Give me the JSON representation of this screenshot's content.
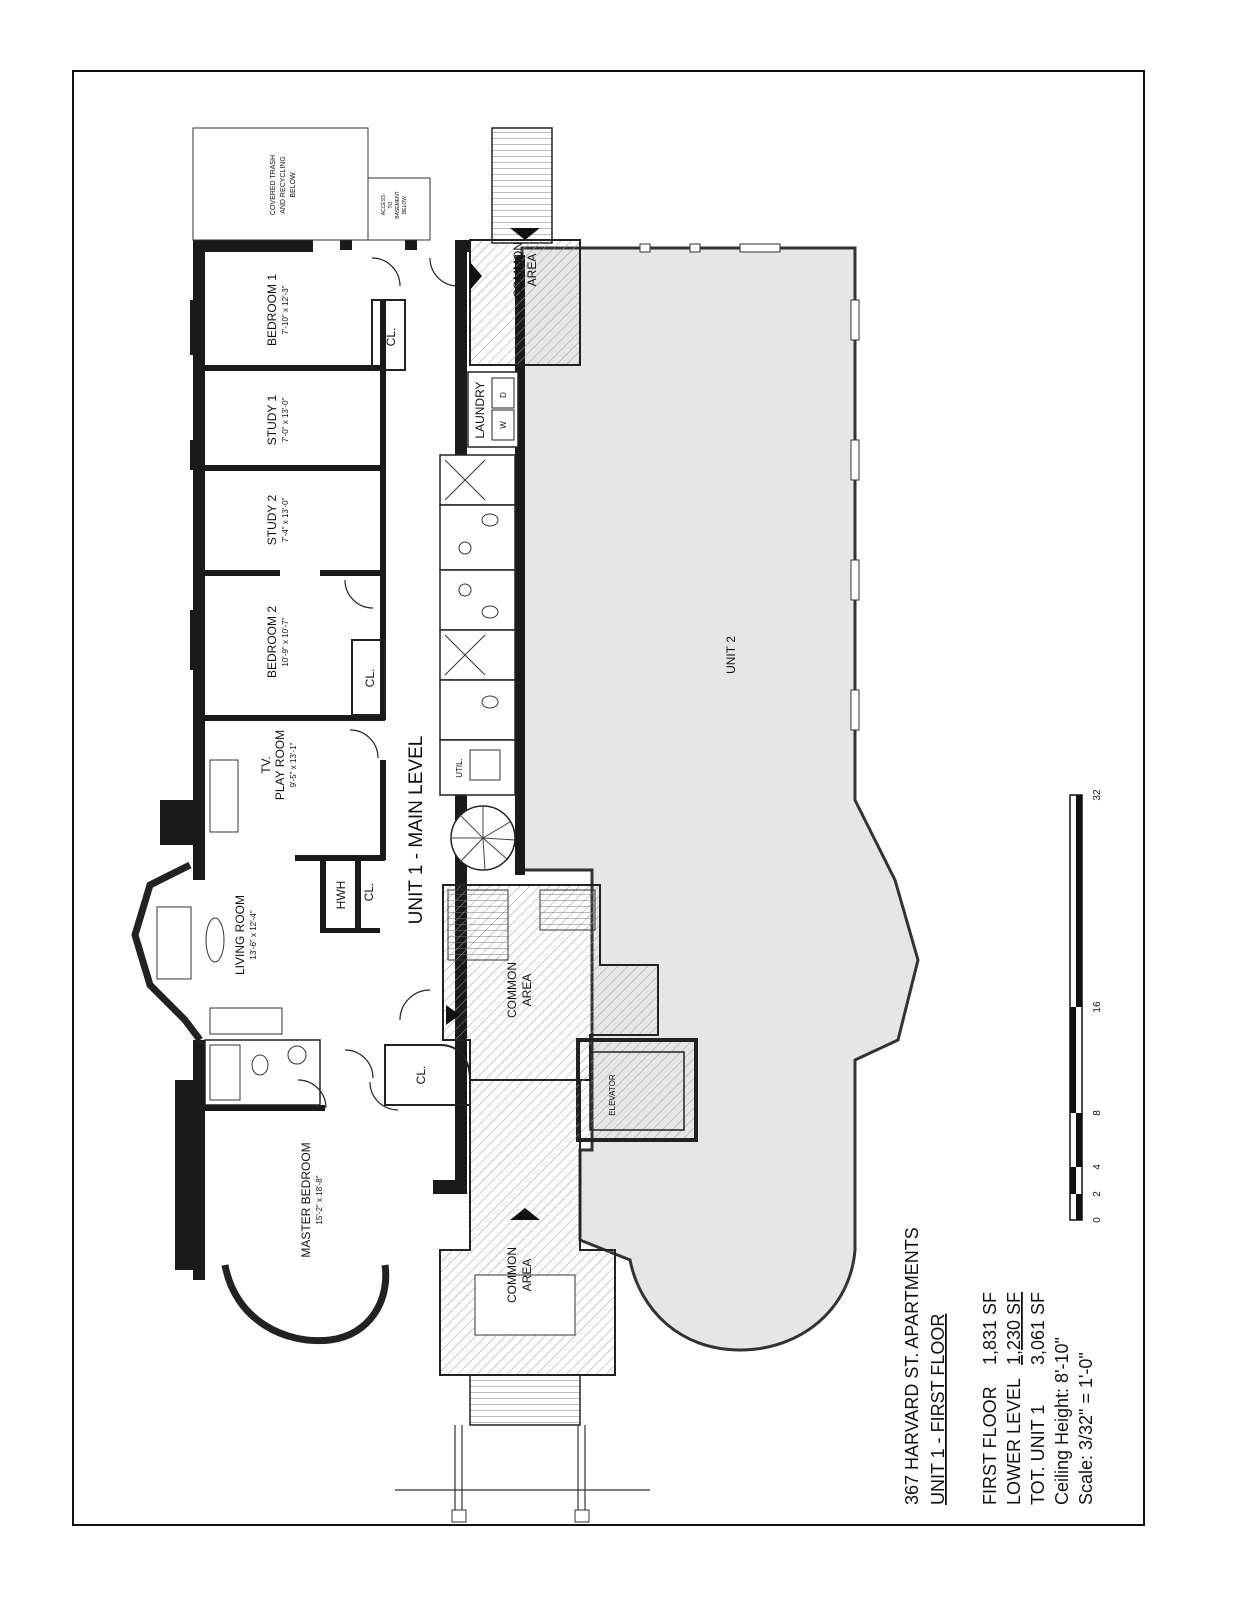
{
  "plan": {
    "unit_label": "UNIT 1 - MAIN LEVEL",
    "unit2_label": "UNIT 2",
    "rooms": {
      "bedroom1": {
        "name": "BEDROOM 1",
        "size": "7'-10\" x 12'-3\""
      },
      "study1": {
        "name": "STUDY 1",
        "size": "7'-0\" x 13'-0\""
      },
      "study2": {
        "name": "STUDY 2",
        "size": "7'-4\" x 13'-0\""
      },
      "bedroom2": {
        "name": "BEDROOM 2",
        "size": "10'-9\" x 10'-7\""
      },
      "tv_line1": "TV.",
      "tv_line2": "PLAY ROOM",
      "tv_size": "9'-5\" x 13'-1\"",
      "living": {
        "name": "LIVING ROOM",
        "size": "13'-6\" x 12'-4\""
      },
      "master": {
        "name": "MASTER BEDROOM",
        "size": "15'-2\" x 18'-8\""
      }
    },
    "closet": "CL.",
    "hwh": "HWH",
    "util": "UTIL.",
    "laundry": "LAUNDRY",
    "washer": "W",
    "dryer": "D",
    "elevator": "ELEVATOR",
    "common_line1": "COMMON",
    "common_line2": "AREA",
    "trash_lines": [
      "COVERED TRASH",
      "AND RECYCLING",
      "BELOW"
    ],
    "access_lines": [
      "ACCESS",
      "TO",
      "BASEMENT",
      "BELOW"
    ]
  },
  "scale_bar": {
    "ticks": [
      "0",
      "2",
      "4",
      "8",
      "16",
      "32"
    ]
  },
  "title_block": {
    "title": "367 HARVARD ST. APARTMENTS",
    "subtitle": "UNIT 1 - FIRST FLOOR",
    "rows": [
      {
        "label": "FIRST FLOOR",
        "value": "1,831 SF"
      },
      {
        "label": "LOWER LEVEL",
        "value": "1,230 SF"
      },
      {
        "label": "TOT. UNIT 1",
        "value": "3,061 SF"
      }
    ],
    "ceiling": "Ceiling Height: 8'-10\"",
    "scale": "Scale: 3/32\" = 1'-0\""
  }
}
